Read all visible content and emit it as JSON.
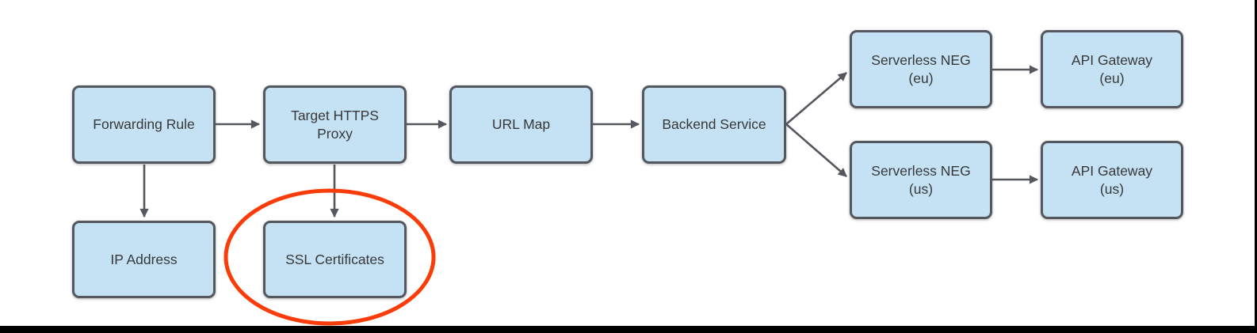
{
  "colors": {
    "background": "#ffffff",
    "node_fill": "#c4e2f4",
    "node_border": "#54585e",
    "node_text": "#383838",
    "arrow": "#54585e",
    "highlight_ellipse": "#fa3c0a",
    "frame_bar": "#000000"
  },
  "diagram": {
    "nodes": [
      {
        "id": "forwarding-rule",
        "label": "Forwarding Rule"
      },
      {
        "id": "target-https-proxy",
        "label": "Target HTTPS\nProxy"
      },
      {
        "id": "url-map",
        "label": "URL Map"
      },
      {
        "id": "backend-service",
        "label": "Backend Service"
      },
      {
        "id": "serverless-neg-eu",
        "label": "Serverless NEG\n(eu)"
      },
      {
        "id": "api-gateway-eu",
        "label": "API Gateway\n(eu)"
      },
      {
        "id": "serverless-neg-us",
        "label": "Serverless NEG\n(us)"
      },
      {
        "id": "api-gateway-us",
        "label": "API Gateway\n(us)"
      },
      {
        "id": "ip-address",
        "label": "IP Address"
      },
      {
        "id": "ssl-certificates",
        "label": "SSL Certificates"
      }
    ],
    "edges": [
      {
        "from": "forwarding-rule",
        "to": "target-https-proxy"
      },
      {
        "from": "target-https-proxy",
        "to": "url-map"
      },
      {
        "from": "url-map",
        "to": "backend-service"
      },
      {
        "from": "backend-service",
        "to": "serverless-neg-eu"
      },
      {
        "from": "backend-service",
        "to": "serverless-neg-us"
      },
      {
        "from": "serverless-neg-eu",
        "to": "api-gateway-eu"
      },
      {
        "from": "serverless-neg-us",
        "to": "api-gateway-us"
      },
      {
        "from": "forwarding-rule",
        "to": "ip-address"
      },
      {
        "from": "target-https-proxy",
        "to": "ssl-certificates"
      }
    ],
    "annotations": [
      {
        "type": "ellipse",
        "target": "ssl-certificates",
        "color": "#fa3c0a"
      }
    ]
  }
}
